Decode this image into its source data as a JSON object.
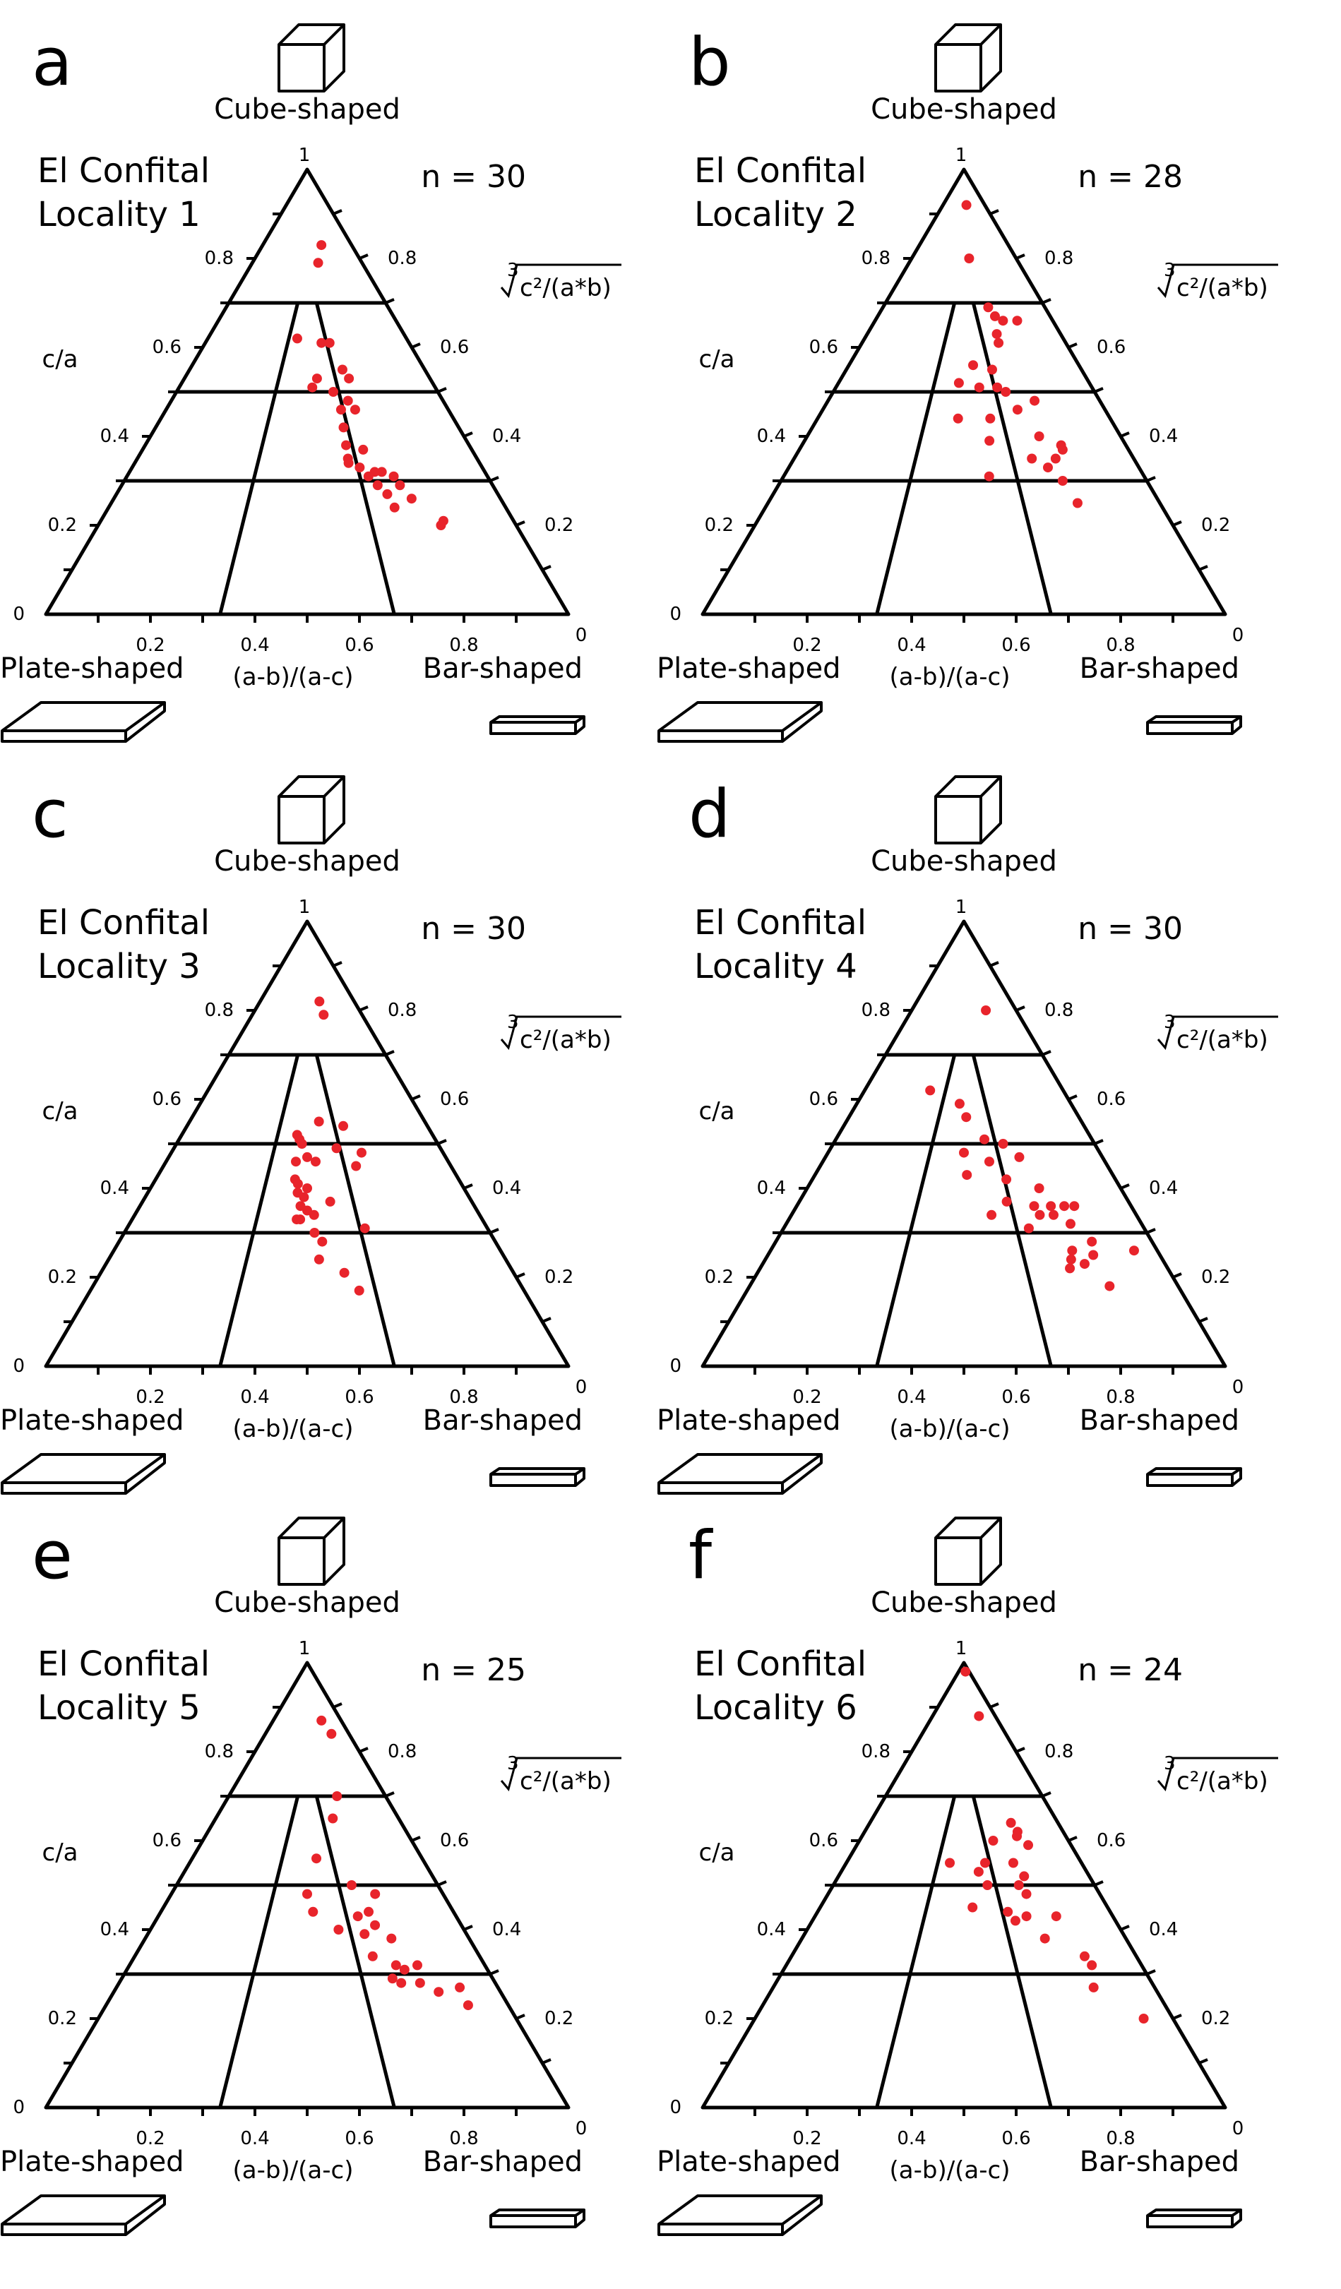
{
  "figure": {
    "cube_label": "Cube-shaped",
    "plate_label": "Plate-shaped",
    "bar_label": "Bar-shaped",
    "left_axis_label": "c/a",
    "bottom_axis_label": "(a-b)/(a-c)",
    "right_axis_label": "c²/(a*b)",
    "right_axis_root_index": "3",
    "left_ticks": [
      "0",
      "0.2",
      "0.4",
      "0.6",
      "0.8",
      "1"
    ],
    "bottom_ticks": [
      "0.2",
      "0.4",
      "0.6",
      "0.8",
      "0"
    ],
    "right_ticks": [
      "0.8",
      "0.6",
      "0.4",
      "0.2"
    ],
    "point_color": "#e8242b"
  },
  "chart_data": [
    {
      "type": "scatter",
      "panel": "a",
      "title_line1": "El Confital",
      "title_line2": "Locality 1",
      "n_label": "n = 30",
      "points": [
        [
          0.66,
          0.83
        ],
        [
          0.6,
          0.79
        ],
        [
          0.45,
          0.62
        ],
        [
          0.61,
          0.61
        ],
        [
          0.57,
          0.61
        ],
        [
          0.65,
          0.55
        ],
        [
          0.54,
          0.53
        ],
        [
          0.67,
          0.53
        ],
        [
          0.52,
          0.51
        ],
        [
          0.6,
          0.5
        ],
        [
          0.65,
          0.48
        ],
        [
          0.62,
          0.46
        ],
        [
          0.67,
          0.46
        ],
        [
          0.62,
          0.42
        ],
        [
          0.62,
          0.38
        ],
        [
          0.67,
          0.37
        ],
        [
          0.62,
          0.35
        ],
        [
          0.62,
          0.34
        ],
        [
          0.65,
          0.33
        ],
        [
          0.71,
          0.32
        ],
        [
          0.69,
          0.32
        ],
        [
          0.67,
          0.31
        ],
        [
          0.74,
          0.31
        ],
        [
          0.75,
          0.29
        ],
        [
          0.69,
          0.29
        ],
        [
          0.71,
          0.27
        ],
        [
          0.77,
          0.26
        ],
        [
          0.72,
          0.24
        ],
        [
          0.83,
          0.21
        ],
        [
          0.82,
          0.2
        ]
      ]
    },
    {
      "type": "scatter",
      "panel": "b",
      "title_line1": "El Confital",
      "title_line2": "Locality 2",
      "n_label": "n = 28",
      "points": [
        [
          0.56,
          0.92
        ],
        [
          0.55,
          0.8
        ],
        [
          0.65,
          0.69
        ],
        [
          0.68,
          0.67
        ],
        [
          0.72,
          0.66
        ],
        [
          0.8,
          0.66
        ],
        [
          0.67,
          0.63
        ],
        [
          0.67,
          0.61
        ],
        [
          0.54,
          0.56
        ],
        [
          0.62,
          0.55
        ],
        [
          0.48,
          0.52
        ],
        [
          0.56,
          0.51
        ],
        [
          0.63,
          0.51
        ],
        [
          0.66,
          0.5
        ],
        [
          0.76,
          0.48
        ],
        [
          0.59,
          0.44
        ],
        [
          0.69,
          0.46
        ],
        [
          0.48,
          0.44
        ],
        [
          0.74,
          0.4
        ],
        [
          0.58,
          0.39
        ],
        [
          0.8,
          0.38
        ],
        [
          0.8,
          0.37
        ],
        [
          0.7,
          0.35
        ],
        [
          0.77,
          0.35
        ],
        [
          0.74,
          0.33
        ],
        [
          0.57,
          0.31
        ],
        [
          0.77,
          0.3
        ],
        [
          0.79,
          0.25
        ]
      ]
    },
    {
      "type": "scatter",
      "panel": "c",
      "title_line1": "El Confital",
      "title_line2": "Locality 3",
      "n_label": "n = 30",
      "points": [
        [
          0.63,
          0.82
        ],
        [
          0.65,
          0.79
        ],
        [
          0.46,
          0.52
        ],
        [
          0.47,
          0.51
        ],
        [
          0.55,
          0.55
        ],
        [
          0.65,
          0.54
        ],
        [
          0.48,
          0.5
        ],
        [
          0.61,
          0.49
        ],
        [
          0.7,
          0.48
        ],
        [
          0.5,
          0.47
        ],
        [
          0.46,
          0.46
        ],
        [
          0.53,
          0.46
        ],
        [
          0.67,
          0.45
        ],
        [
          0.46,
          0.42
        ],
        [
          0.47,
          0.41
        ],
        [
          0.5,
          0.4
        ],
        [
          0.47,
          0.39
        ],
        [
          0.49,
          0.38
        ],
        [
          0.57,
          0.37
        ],
        [
          0.48,
          0.36
        ],
        [
          0.5,
          0.35
        ],
        [
          0.52,
          0.34
        ],
        [
          0.47,
          0.33
        ],
        [
          0.48,
          0.33
        ],
        [
          0.66,
          0.31
        ],
        [
          0.52,
          0.3
        ],
        [
          0.54,
          0.28
        ],
        [
          0.53,
          0.24
        ],
        [
          0.59,
          0.21
        ],
        [
          0.62,
          0.17
        ]
      ]
    },
    {
      "type": "scatter",
      "panel": "d",
      "title_line1": "El Confital",
      "title_line2": "Locality 4",
      "n_label": "n = 30",
      "points": [
        [
          0.71,
          0.8
        ],
        [
          0.33,
          0.62
        ],
        [
          0.48,
          0.59
        ],
        [
          0.51,
          0.56
        ],
        [
          0.58,
          0.51
        ],
        [
          0.65,
          0.5
        ],
        [
          0.5,
          0.48
        ],
        [
          0.7,
          0.47
        ],
        [
          0.59,
          0.46
        ],
        [
          0.51,
          0.43
        ],
        [
          0.64,
          0.42
        ],
        [
          0.74,
          0.4
        ],
        [
          0.63,
          0.37
        ],
        [
          0.71,
          0.36
        ],
        [
          0.76,
          0.36
        ],
        [
          0.8,
          0.36
        ],
        [
          0.83,
          0.36
        ],
        [
          0.58,
          0.34
        ],
        [
          0.72,
          0.34
        ],
        [
          0.76,
          0.34
        ],
        [
          0.8,
          0.32
        ],
        [
          0.68,
          0.31
        ],
        [
          0.84,
          0.28
        ],
        [
          0.78,
          0.26
        ],
        [
          0.83,
          0.25
        ],
        [
          0.94,
          0.26
        ],
        [
          0.77,
          0.24
        ],
        [
          0.8,
          0.23
        ],
        [
          0.76,
          0.22
        ],
        [
          0.84,
          0.18
        ]
      ]
    },
    {
      "type": "scatter",
      "panel": "e",
      "title_line1": "El Confital",
      "title_line2": "Locality 5",
      "n_label": "n = 25",
      "points": [
        [
          0.71,
          0.87
        ],
        [
          0.79,
          0.84
        ],
        [
          0.69,
          0.7
        ],
        [
          0.64,
          0.65
        ],
        [
          0.54,
          0.56
        ],
        [
          0.5,
          0.48
        ],
        [
          0.67,
          0.5
        ],
        [
          0.75,
          0.48
        ],
        [
          0.71,
          0.44
        ],
        [
          0.52,
          0.44
        ],
        [
          0.67,
          0.43
        ],
        [
          0.72,
          0.41
        ],
        [
          0.6,
          0.4
        ],
        [
          0.68,
          0.39
        ],
        [
          0.76,
          0.38
        ],
        [
          0.69,
          0.34
        ],
        [
          0.75,
          0.32
        ],
        [
          0.77,
          0.31
        ],
        [
          0.81,
          0.32
        ],
        [
          0.73,
          0.29
        ],
        [
          0.8,
          0.28
        ],
        [
          0.75,
          0.28
        ],
        [
          0.84,
          0.26
        ],
        [
          0.9,
          0.27
        ],
        [
          0.9,
          0.23
        ]
      ]
    },
    {
      "type": "scatter",
      "panel": "f",
      "title_line1": "El Confital",
      "title_line2": "Locality 6",
      "n_label": "n = 24",
      "points": [
        [
          0.65,
          0.98
        ],
        [
          0.74,
          0.88
        ],
        [
          0.75,
          0.64
        ],
        [
          0.77,
          0.62
        ],
        [
          0.76,
          0.61
        ],
        [
          0.64,
          0.6
        ],
        [
          0.8,
          0.59
        ],
        [
          0.44,
          0.55
        ],
        [
          0.59,
          0.55
        ],
        [
          0.71,
          0.55
        ],
        [
          0.56,
          0.53
        ],
        [
          0.74,
          0.52
        ],
        [
          0.59,
          0.5
        ],
        [
          0.71,
          0.5
        ],
        [
          0.73,
          0.48
        ],
        [
          0.53,
          0.45
        ],
        [
          0.65,
          0.44
        ],
        [
          0.71,
          0.43
        ],
        [
          0.81,
          0.43
        ],
        [
          0.67,
          0.42
        ],
        [
          0.75,
          0.38
        ],
        [
          0.85,
          0.34
        ],
        [
          0.86,
          0.32
        ],
        [
          0.84,
          0.27
        ],
        [
          0.93,
          0.2
        ]
      ]
    }
  ]
}
